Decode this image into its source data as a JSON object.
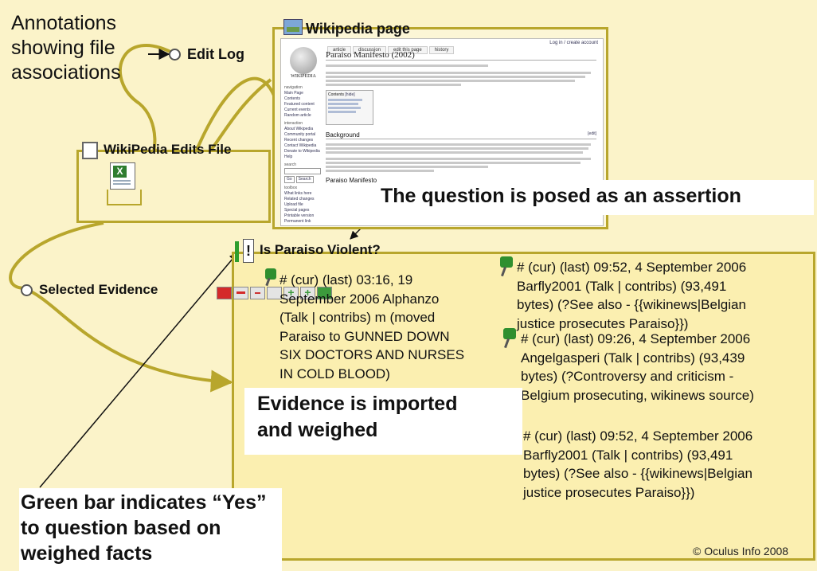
{
  "annotation_title": [
    "Annotations",
    "showing file",
    "associations"
  ],
  "edit_log_label": "Edit Log",
  "wikipedia_panel": {
    "title": "Wikipedia page",
    "article_title": "Paraiso Manifesto (2002)",
    "tabs": [
      "article",
      "discussion",
      "edit this page",
      "history"
    ],
    "account_links": "Log in / create account",
    "logo_text": "WIKIPEDIA",
    "sidebar_nav": [
      "navigation",
      "Main Page",
      "Contents",
      "Featured content",
      "Current events",
      "Random article"
    ],
    "sidebar_interaction": [
      "interaction",
      "About Wikipedia",
      "Community portal",
      "Recent changes",
      "Contact Wikipedia",
      "Donate to Wikipedia",
      "Help"
    ],
    "sidebar_search": "search",
    "search_buttons": [
      "Go",
      "Search"
    ],
    "sidebar_toolbox": [
      "toolbox",
      "What links here",
      "Related changes",
      "Upload file",
      "Special pages",
      "Printable version",
      "Permanent link"
    ],
    "contents_label": "Contents",
    "contents_toggle": "[hide]",
    "section_background": "Background",
    "section_manifesto": "Paraiso Manifesto",
    "edit_link": "[edit]"
  },
  "edits_file_title": "WikiPedia Edits File",
  "selected_evidence_label": "Selected Evidence",
  "question_title": "Is Paraiso Violent?",
  "callout_assertion": "The question is posed as an assertion",
  "callout_evidence": [
    "Evidence is imported",
    "and weighed"
  ],
  "callout_green_bar": [
    "Green bar indicates “Yes”",
    "to question based on",
    "weighed facts"
  ],
  "evidence_items": [
    {
      "lines": [
        "# (cur) (last) 03:16, 19",
        "September 2006 Alphanzo",
        "(Talk | contribs) m (moved",
        "Paraiso to GUNNED DOWN",
        "SIX DOCTORS AND NURSES",
        "IN COLD BLOOD)"
      ]
    },
    {
      "lines": [
        "# (cur) (last) 09:52, 4 September 2006",
        "Barfly2001 (Talk | contribs) (93,491",
        "bytes) (?See also - {{wikinews|Belgian",
        "justice prosecutes Paraiso}})"
      ]
    },
    {
      "lines": [
        "# (cur) (last) 09:26, 4 September 2006",
        "Angelgasperi (Talk | contribs) (93,439",
        "bytes) (?Controversy and criticism -",
        "Belgium prosecuting, wikinews source)"
      ]
    },
    {
      "lines": [
        "# (cur) (last) 09:52, 4 September 2006",
        "Barfly2001 (Talk | contribs) (93,491",
        "bytes) (?See also - {{wikinews|Belgian",
        "justice prosecutes Paraiso}})"
      ]
    }
  ],
  "copyright": "© Oculus Info 2008",
  "colors": {
    "background": "#fbf3c9",
    "frame": "#b8a62c",
    "evidence_panel": "#fbefb0",
    "yes_bar": "#2e9e2e",
    "weigh_red": "#d42a2a",
    "weigh_green": "#3c9a3c",
    "pin_green": "#2f8f2f"
  },
  "icons": [
    "wikipedia-page-icon",
    "document-icon",
    "excel-file-icon",
    "question-icon",
    "evidence-pin-icon",
    "weight-scale-icon"
  ]
}
